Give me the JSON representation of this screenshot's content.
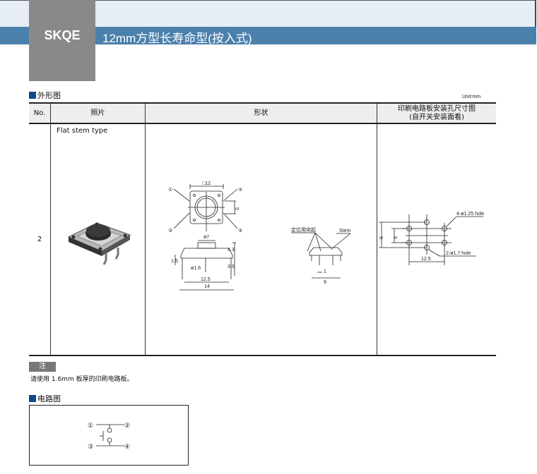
{
  "header": {
    "model": "SKQE",
    "title": "12mm方型长寿命型(按入式)"
  },
  "outline_section": {
    "title": "外形图",
    "unit": "Unit:mm"
  },
  "table": {
    "headers": {
      "no": "No.",
      "photo": "照片",
      "shape": "形状",
      "pcb_line1": "印刷电路板安装孔尺寸图",
      "pcb_line2": "(自开关安装面看)"
    },
    "rows": [
      {
        "no": "2",
        "photo_caption": "Flat stem type"
      }
    ]
  },
  "drawing": {
    "square": "□12",
    "dim5": "5",
    "phi7": "ø7",
    "h43": "4.3",
    "h35": "3.5",
    "h15": "1.5",
    "phi16": "ø1.6",
    "w125": "12.5",
    "w14": "14",
    "locating": "定位用突起",
    "stem": "Stem",
    "d1": "1",
    "d9": "9",
    "pins": [
      "①",
      "②",
      "③",
      "④"
    ]
  },
  "pcb": {
    "hole4": "4-ø1.25 hole",
    "hole2": "2-ø1.7 hole",
    "h9": "9",
    "h5": "5",
    "w125": "12.5"
  },
  "note": {
    "label": "注",
    "text": "请使用 1.6mm 板厚的印刷电路板。"
  },
  "circuit_section": {
    "title": "电路图"
  },
  "colors": {
    "band": "#4b80ad",
    "light": "#e6edf4",
    "gray": "#8a8988",
    "square": "#0f4a88"
  }
}
